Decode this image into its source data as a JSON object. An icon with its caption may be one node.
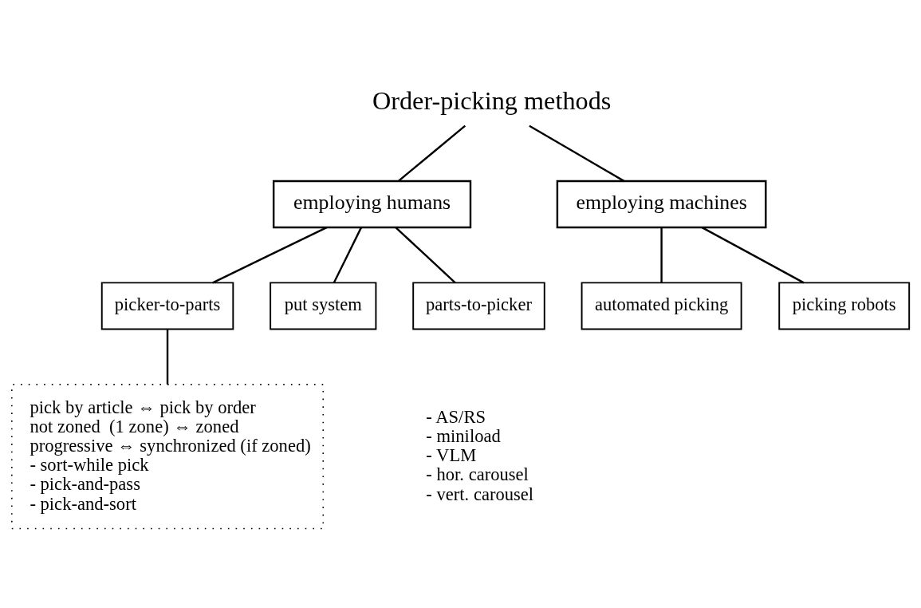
{
  "diagram": {
    "nodes": [
      {
        "text": [
          "Order-picking methods"
        ]
      },
      {
        "text": [
          "employing humans"
        ]
      },
      {
        "text": [
          "employing machines"
        ]
      },
      {
        "text": [
          "picker-to-parts"
        ]
      },
      {
        "text": [
          "put system"
        ]
      },
      {
        "text": [
          "parts-to-picker"
        ],
        "beside": [
          "- AS/RS",
          "- miniload",
          "- VLM",
          "- hor. carousel",
          "- vert. carousel"
        ]
      },
      {
        "text": [
          "automated picking"
        ]
      },
      {
        "text": [
          "picking robots"
        ]
      },
      {
        "text": [
          "pick by article ⇔ pick by order",
          "not zoned  (1 zone) ⇔ zoned",
          "progressive ⇔ synchronized (if zoned)",
          "- sort-while pick",
          "- pick-and-pass",
          "- pick-and-sort"
        ]
      }
    ],
    "edges": [
      {
        "from": 0,
        "to": 1,
        "arrow": "none"
      },
      {
        "from": 0,
        "to": 2,
        "arrow": "none"
      },
      {
        "from": 1,
        "to": 3,
        "arrow": "none"
      },
      {
        "from": 1,
        "to": 4,
        "arrow": "none"
      },
      {
        "from": 1,
        "to": 5,
        "arrow": "none"
      },
      {
        "from": 2,
        "to": 6,
        "arrow": "none"
      },
      {
        "from": 2,
        "to": 7,
        "arrow": "none"
      },
      {
        "from": 3,
        "to": 8,
        "arrow": "none"
      }
    ]
  }
}
